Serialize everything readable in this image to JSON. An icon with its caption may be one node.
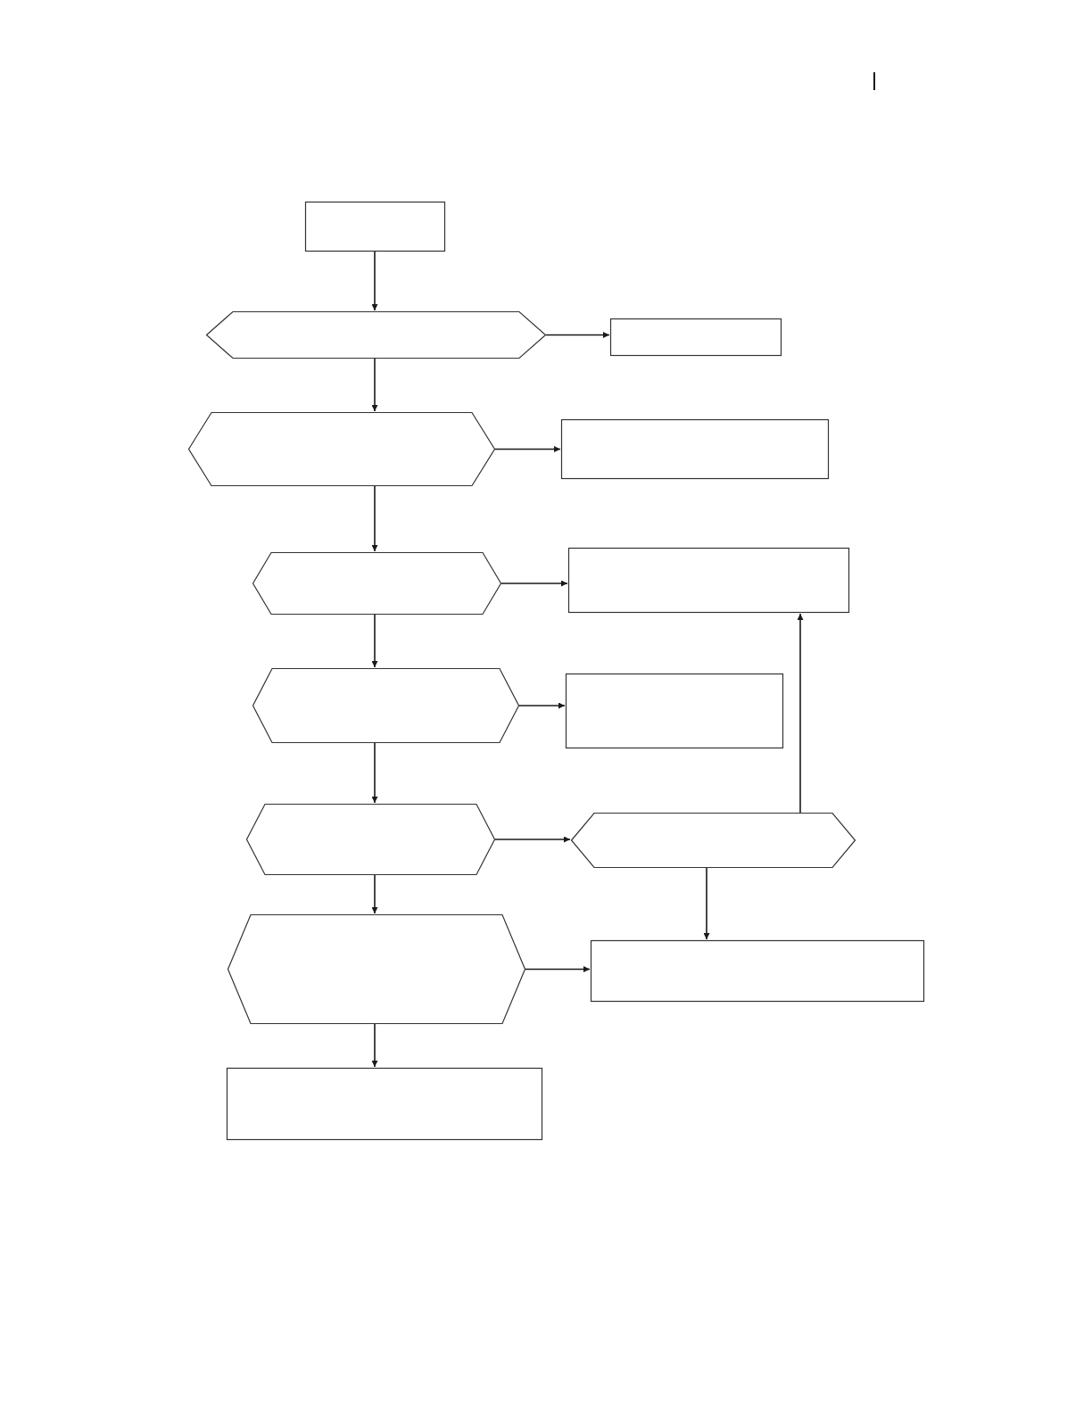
{
  "diagram": {
    "nodes": [
      {
        "text": [],
        "shape": "box"
      },
      {
        "text": [],
        "shape": "hexagon"
      },
      {
        "text": [],
        "shape": "box"
      },
      {
        "text": [],
        "shape": "hexagon"
      },
      {
        "text": [],
        "shape": "box"
      },
      {
        "text": [],
        "shape": "hexagon"
      },
      {
        "text": [],
        "shape": "box"
      },
      {
        "text": [],
        "shape": "hexagon"
      },
      {
        "text": [],
        "shape": "box"
      },
      {
        "text": [],
        "shape": "hexagon"
      },
      {
        "text": [],
        "shape": "hexagon"
      },
      {
        "text": [],
        "shape": "hexagon"
      },
      {
        "text": [],
        "shape": "box"
      },
      {
        "text": [],
        "shape": "box"
      }
    ],
    "edges": [
      {
        "from": 0,
        "to": 1,
        "arrow": "to"
      },
      {
        "from": 1,
        "to": 2,
        "arrow": "to"
      },
      {
        "from": 1,
        "to": 3,
        "arrow": "to"
      },
      {
        "from": 3,
        "to": 4,
        "arrow": "to"
      },
      {
        "from": 3,
        "to": 5,
        "arrow": "to"
      },
      {
        "from": 5,
        "to": 6,
        "arrow": "to"
      },
      {
        "from": 5,
        "to": 7,
        "arrow": "to"
      },
      {
        "from": 7,
        "to": 8,
        "arrow": "to"
      },
      {
        "from": 7,
        "to": 9,
        "arrow": "to"
      },
      {
        "from": 9,
        "to": 10,
        "arrow": "to"
      },
      {
        "from": 10,
        "to": 6,
        "arrow": "to"
      },
      {
        "from": 10,
        "to": 12,
        "arrow": "to"
      },
      {
        "from": 9,
        "to": 11,
        "arrow": "to"
      },
      {
        "from": 11,
        "to": 12,
        "arrow": "to"
      },
      {
        "from": 11,
        "to": 13,
        "arrow": "to"
      }
    ]
  }
}
